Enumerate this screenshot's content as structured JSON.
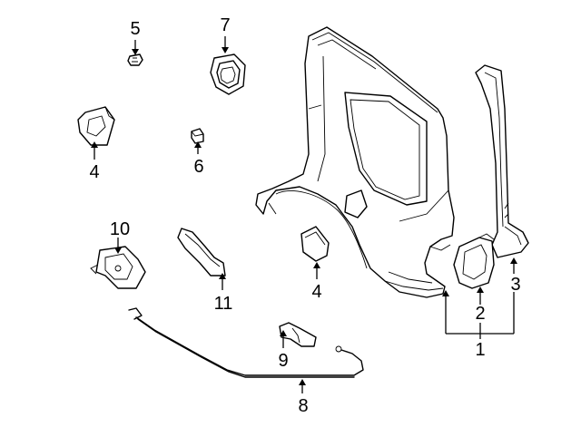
{
  "callouts": [
    {
      "id": "1",
      "label": "1"
    },
    {
      "id": "2",
      "label": "2"
    },
    {
      "id": "3",
      "label": "3"
    },
    {
      "id": "4a",
      "label": "4"
    },
    {
      "id": "4b",
      "label": "4"
    },
    {
      "id": "5",
      "label": "5"
    },
    {
      "id": "6",
      "label": "6"
    },
    {
      "id": "7",
      "label": "7"
    },
    {
      "id": "8",
      "label": "8"
    },
    {
      "id": "9",
      "label": "9"
    },
    {
      "id": "10",
      "label": "10"
    },
    {
      "id": "11",
      "label": "11"
    }
  ]
}
